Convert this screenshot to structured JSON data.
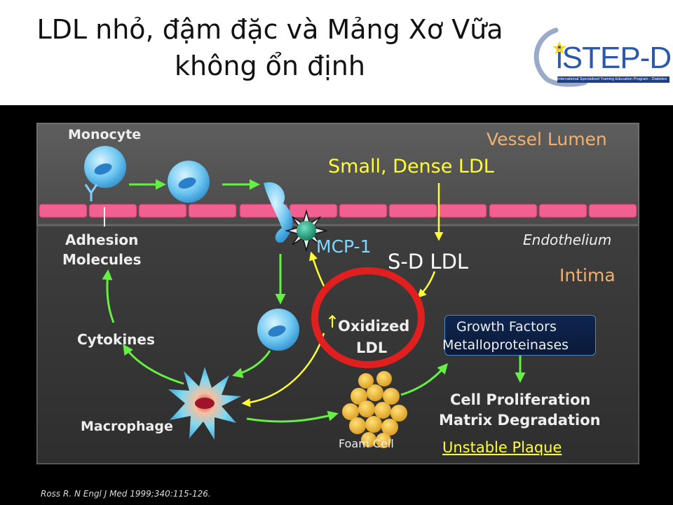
{
  "header": {
    "title_line1": "LDL nhỏ, đậm đặc và Mảng Xơ Vữa",
    "title_line2": "không ổn định"
  },
  "logo": {
    "text": "iSTEP-D",
    "subtitle": "International Specialized Training Education Program - Diabetes"
  },
  "diagram": {
    "vessel_lumen": "Vessel Lumen",
    "small_dense_ldl": "Small, Dense LDL",
    "monocyte": "Monocyte",
    "endothelium": "Endothelium",
    "intima": "Intima",
    "adhesion_line1": "Adhesion",
    "adhesion_line2": "Molecules",
    "mcp1": "MCP-1",
    "sd_ldl": "S-D LDL",
    "cytokines": "Cytokines",
    "oxidized_line1": "Oxidized",
    "oxidized_line2": "LDL",
    "oxidized_arrow": "↑",
    "growth_line1": "Growth Factors",
    "growth_line2": "Metalloproteinases",
    "prolif_line1": "Cell Proliferation",
    "prolif_line2": "Matrix Degradation",
    "macrophage": "Macrophage",
    "foam_cell": "Foam Cell",
    "unstable_plaque": "Unstable Plaque"
  },
  "reference": "Ross R. N Engl J Med 1999;340:115-126.",
  "colors": {
    "lumen_label": "#f0b070",
    "yellow": "#ffff33",
    "green_arrow": "#66ee44",
    "endothelium_cell": "#f06090",
    "highlight_ring": "#e21f1f"
  }
}
